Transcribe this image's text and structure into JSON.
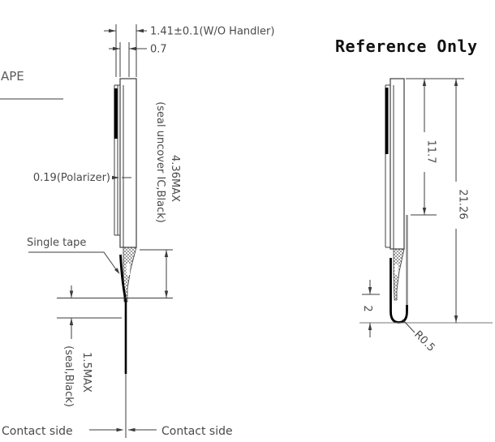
{
  "title": "Reference Only",
  "left_view": {
    "dim_overall_thickness": "1.41±0.1(W/O Handler)",
    "dim_glass_thickness": "0.7",
    "fragment_label": "APE",
    "dim_polarizer": "0.19(Polarizer)",
    "dim_seal": "4.36MAX",
    "seal_note": "(seal uncover IC,Black)",
    "tape_label": "Single tape",
    "dim_tail_seal": "1.5MAX",
    "tail_seal_note": "(seal,Black)",
    "contact_label_left": "Contact side",
    "contact_label_right": "Contact side"
  },
  "right_view": {
    "dim_fold_height": "11.7",
    "dim_overall_height": "21.26",
    "dim_bottom_offset": "2",
    "dim_bend_radius": "R0.5"
  },
  "colors": {
    "line": "#3c3c3c",
    "text": "#4a4a4a",
    "solid_fill": "#000000",
    "folded_tape": "#8a8a8a",
    "background": "#ffffff"
  }
}
